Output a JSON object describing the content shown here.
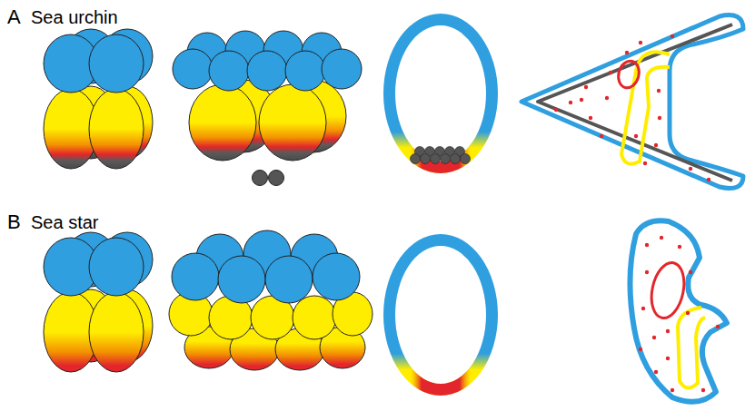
{
  "diagram": {
    "labels": [
      "A",
      "Sea urchin",
      "B",
      "Sea star"
    ]
  }
}
